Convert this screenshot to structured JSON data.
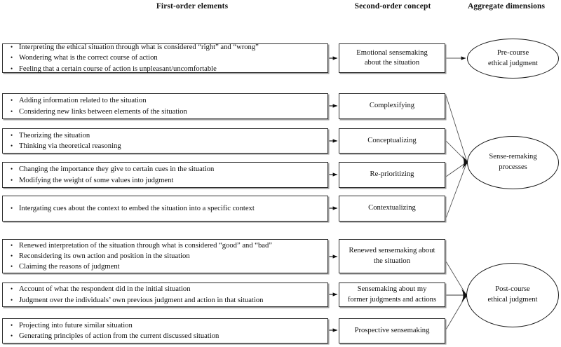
{
  "headers": {
    "first_order": "First-order elements",
    "second_order": "Second-order concept",
    "aggregate": "Aggregate dimensions"
  },
  "first_order_boxes": [
    {
      "id": "fo-1",
      "lines": [
        "Interpreting the ethical situation through what is considered “right” and “wrong”",
        "Wondering what is the correct course of action",
        "Feeling that a certain course of action is unpleasant/uncomfortable"
      ]
    },
    {
      "id": "fo-2",
      "lines": [
        "Adding information related to the situation",
        "Considering new links between elements of the situation"
      ]
    },
    {
      "id": "fo-3",
      "lines": [
        "Theorizing the situation",
        "Thinking via theoretical reasoning"
      ]
    },
    {
      "id": "fo-4",
      "lines": [
        "Changing the importance they give to certain cues in the situation",
        "Modifying the weight of some values into judgment"
      ]
    },
    {
      "id": "fo-5",
      "lines": [
        "Intergating cues about the context to embed the situation into a specific context"
      ]
    },
    {
      "id": "fo-6",
      "lines": [
        "Renewed interpretation of the situation through what is considered “good” and “bad”",
        "Reconsidering its own action and position in the situation",
        "Claiming the reasons of judgment"
      ]
    },
    {
      "id": "fo-7",
      "lines": [
        "Account of what the respondent did in the initial situation",
        "Judgment over the individuals’ own previous judgment and action in that situation"
      ]
    },
    {
      "id": "fo-8",
      "lines": [
        "Projecting into future similar situation",
        "Generating principles of action from the current discussed situation"
      ]
    }
  ],
  "second_order_boxes": [
    {
      "id": "so-1",
      "line1": "Emotional sensemaking",
      "line2": "about the situation"
    },
    {
      "id": "so-2",
      "line1": "Complexifying",
      "line2": ""
    },
    {
      "id": "so-3",
      "line1": "Conceptualizing",
      "line2": ""
    },
    {
      "id": "so-4",
      "line1": "Re-prioritizing",
      "line2": ""
    },
    {
      "id": "so-5",
      "line1": "Contextualizing",
      "line2": ""
    },
    {
      "id": "so-6",
      "line1": "Renewed sensemaking about",
      "line2": "the situation"
    },
    {
      "id": "so-7",
      "line1": "Sensemaking about my",
      "line2": "former judgments and actions"
    },
    {
      "id": "so-8",
      "line1": "Prospective sensemaking",
      "line2": ""
    }
  ],
  "aggregate_dimensions": [
    {
      "id": "agg-1",
      "line1": "Pre-course",
      "line2": "ethical judgment"
    },
    {
      "id": "agg-2",
      "line1": "Sense-remaking",
      "line2": "processes"
    },
    {
      "id": "agg-3",
      "line1": "Post-course",
      "line2": "ethical judgment"
    }
  ],
  "colors": {
    "stroke": "#2b2b2b",
    "shadow": "#9a9a9a",
    "arrow_dark": "#111111",
    "arrow_gray": "#8a8a8a",
    "text": "#0e0e0e",
    "background": "#ffffff"
  },
  "glyphs": {
    "bullet": "•"
  }
}
